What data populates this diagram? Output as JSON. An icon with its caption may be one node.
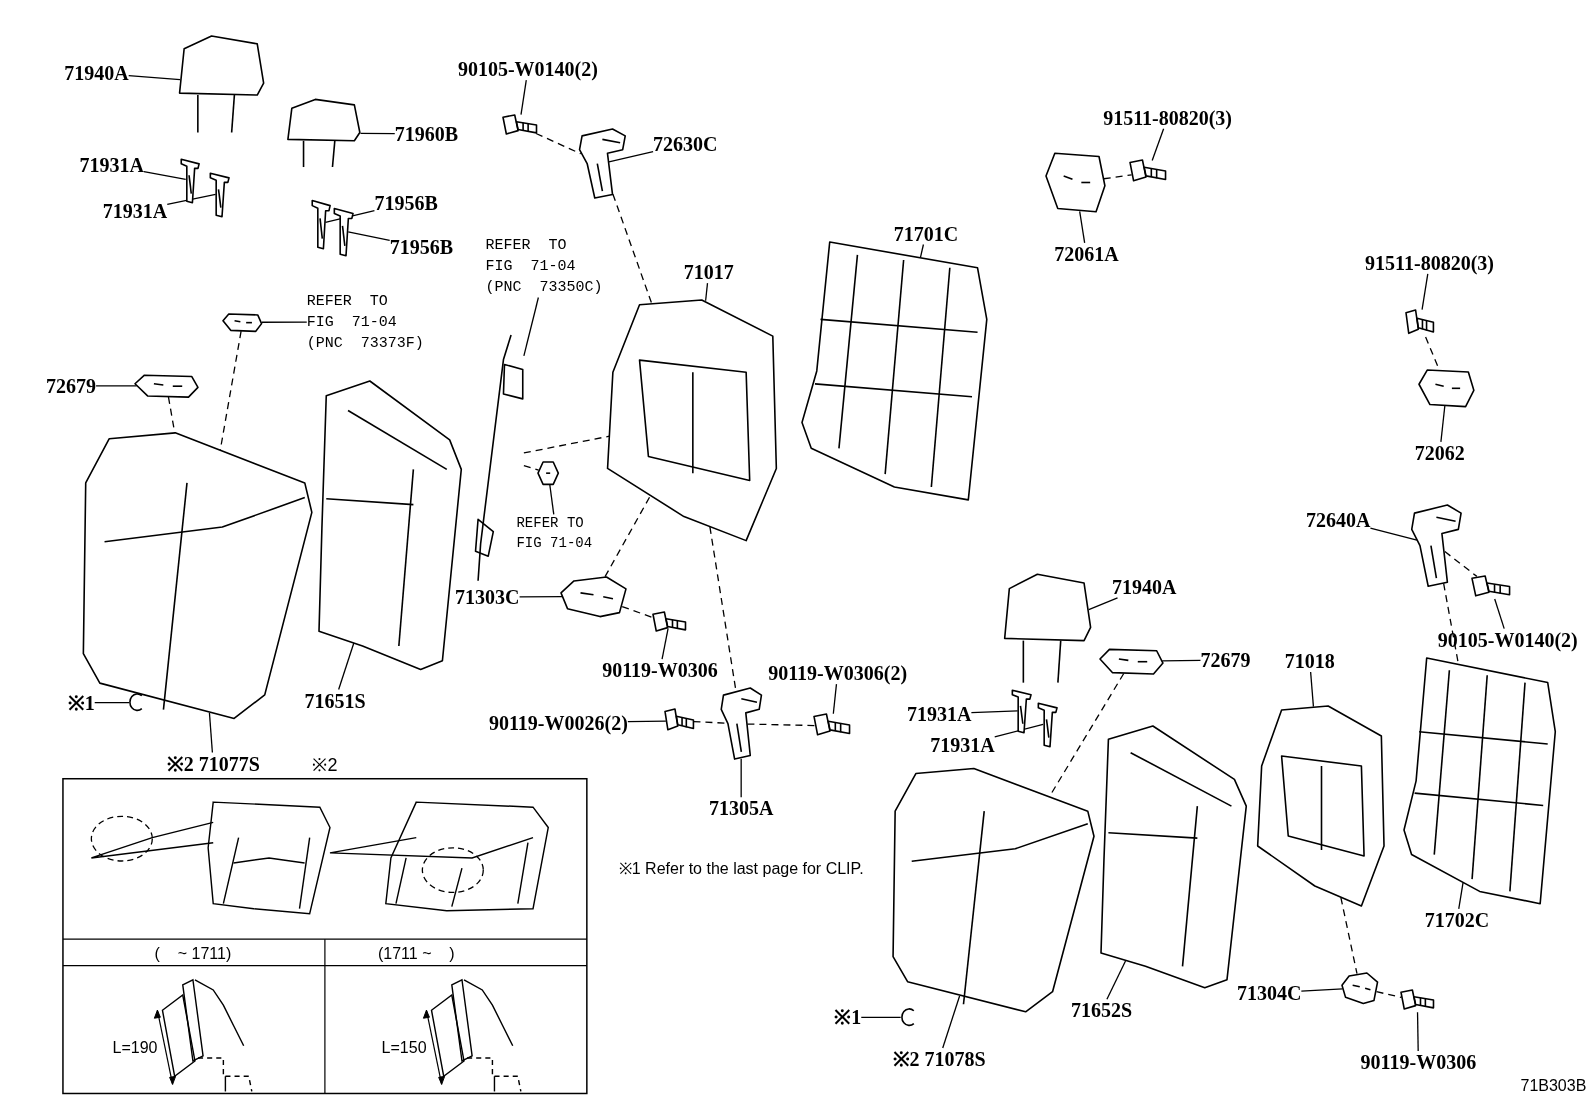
{
  "diagram": {
    "nodes": [
      {
        "text": [
          "71940A"
        ]
      },
      {
        "text": [],
        "shape": "picture"
      },
      {
        "text": [
          "71931A"
        ]
      },
      {
        "text": [],
        "shape": "picture"
      },
      {
        "text": [
          "71931A"
        ]
      },
      {
        "text": [],
        "shape": "picture"
      },
      {
        "text": [
          "71960B"
        ]
      },
      {
        "text": [],
        "shape": "picture"
      },
      {
        "text": [
          "71956B"
        ]
      },
      {
        "text": [],
        "shape": "picture"
      },
      {
        "text": [
          "71956B"
        ]
      },
      {
        "text": [],
        "shape": "picture"
      },
      {
        "text": [
          "90105-W0140(2)"
        ]
      },
      {
        "text": [],
        "shape": "picture"
      },
      {
        "text": [
          "72630C"
        ]
      },
      {
        "text": [],
        "shape": "picture"
      },
      {
        "text": [
          "REFER TO FIG 71-04 (PNC 73373F)"
        ]
      },
      {
        "text": [],
        "shape": "picture"
      },
      {
        "text": [
          "72679"
        ]
      },
      {
        "text": [],
        "shape": "picture"
      },
      {
        "text": [
          "71651S"
        ]
      },
      {
        "text": [],
        "shape": "picture"
      },
      {
        "text": [
          "※2 71077S"
        ]
      },
      {
        "text": [],
        "shape": "picture"
      },
      {
        "text": [
          "REFER TO FIG 71-04 (PNC 73350C)"
        ]
      },
      {
        "text": [],
        "shape": "picture"
      },
      {
        "text": [
          "REFER TO FIG 71-04"
        ]
      },
      {
        "text": [],
        "shape": "picture"
      },
      {
        "text": [
          "71017"
        ]
      },
      {
        "text": [],
        "shape": "picture"
      },
      {
        "text": [
          "71303C"
        ]
      },
      {
        "text": [],
        "shape": "picture"
      },
      {
        "text": [
          "90119-W0306"
        ]
      },
      {
        "text": [],
        "shape": "picture"
      },
      {
        "text": [
          "90119-W0026(2)"
        ]
      },
      {
        "text": [],
        "shape": "picture"
      },
      {
        "text": [
          "71305A"
        ]
      },
      {
        "text": [],
        "shape": "picture"
      },
      {
        "text": [
          "90119-W0306(2)"
        ]
      },
      {
        "text": [],
        "shape": "picture"
      },
      {
        "text": [
          "71701C"
        ]
      },
      {
        "text": [],
        "shape": "picture"
      },
      {
        "text": [
          "91511-80820(3)"
        ]
      },
      {
        "text": [],
        "shape": "picture"
      },
      {
        "text": [
          "72061A"
        ]
      },
      {
        "text": [],
        "shape": "picture"
      },
      {
        "text": [
          "91511-80820(3)"
        ]
      },
      {
        "text": [],
        "shape": "picture"
      },
      {
        "text": [
          "72062"
        ]
      },
      {
        "text": [],
        "shape": "picture"
      },
      {
        "text": [
          "72640A"
        ]
      },
      {
        "text": [],
        "shape": "picture"
      },
      {
        "text": [
          "90105-W0140(2)"
        ]
      },
      {
        "text": [],
        "shape": "picture"
      },
      {
        "text": [
          "71940A"
        ]
      },
      {
        "text": [],
        "shape": "picture"
      },
      {
        "text": [
          "71931A"
        ]
      },
      {
        "text": [],
        "shape": "picture"
      },
      {
        "text": [
          "71931A"
        ]
      },
      {
        "text": [],
        "shape": "picture"
      },
      {
        "text": [
          "72679"
        ]
      },
      {
        "text": [],
        "shape": "picture"
      },
      {
        "text": [
          "71018"
        ]
      },
      {
        "text": [],
        "shape": "picture"
      },
      {
        "text": [
          "71702C"
        ]
      },
      {
        "text": [],
        "shape": "picture"
      },
      {
        "text": [
          "71652S"
        ]
      },
      {
        "text": [],
        "shape": "picture"
      },
      {
        "text": [
          "※2 71078S"
        ]
      },
      {
        "text": [],
        "shape": "picture"
      },
      {
        "text": [
          "71304C"
        ]
      },
      {
        "text": [],
        "shape": "picture"
      },
      {
        "text": [
          "90119-W0306"
        ]
      },
      {
        "text": [],
        "shape": "picture"
      },
      {
        "text": [
          "※1"
        ]
      },
      {
        "text": [],
        "shape": "picture"
      },
      {
        "text": [
          "※1"
        ]
      },
      {
        "text": [],
        "shape": "picture"
      }
    ],
    "edges": [
      {
        "from": 0,
        "to": 1,
        "arrow": "none"
      },
      {
        "from": 2,
        "to": 3,
        "arrow": "none"
      },
      {
        "from": 4,
        "to": 5,
        "arrow": "none"
      },
      {
        "from": 6,
        "to": 7,
        "arrow": "none"
      },
      {
        "from": 8,
        "to": 9,
        "arrow": "none"
      },
      {
        "from": 10,
        "to": 11,
        "arrow": "none"
      },
      {
        "from": 12,
        "to": 13,
        "arrow": "none"
      },
      {
        "from": 14,
        "to": 15,
        "arrow": "none"
      },
      {
        "from": 16,
        "to": 17,
        "arrow": "none"
      },
      {
        "from": 18,
        "to": 19,
        "arrow": "none"
      },
      {
        "from": 20,
        "to": 21,
        "arrow": "none"
      },
      {
        "from": 22,
        "to": 23,
        "arrow": "none"
      },
      {
        "from": 24,
        "to": 25,
        "arrow": "none"
      },
      {
        "from": 26,
        "to": 27,
        "arrow": "none"
      },
      {
        "from": 28,
        "to": 29,
        "arrow": "none"
      },
      {
        "from": 30,
        "to": 31,
        "arrow": "none"
      },
      {
        "from": 32,
        "to": 33,
        "arrow": "none"
      },
      {
        "from": 34,
        "to": 35,
        "arrow": "none"
      },
      {
        "from": 36,
        "to": 37,
        "arrow": "none"
      },
      {
        "from": 38,
        "to": 39,
        "arrow": "none"
      },
      {
        "from": 40,
        "to": 41,
        "arrow": "none"
      },
      {
        "from": 42,
        "to": 43,
        "arrow": "none"
      },
      {
        "from": 44,
        "to": 45,
        "arrow": "none"
      },
      {
        "from": 46,
        "to": 47,
        "arrow": "none"
      },
      {
        "from": 48,
        "to": 49,
        "arrow": "none"
      },
      {
        "from": 50,
        "to": 51,
        "arrow": "none"
      },
      {
        "from": 52,
        "to": 53,
        "arrow": "none"
      },
      {
        "from": 54,
        "to": 55,
        "arrow": "none"
      },
      {
        "from": 56,
        "to": 57,
        "arrow": "none"
      },
      {
        "from": 58,
        "to": 59,
        "arrow": "none"
      },
      {
        "from": 60,
        "to": 61,
        "arrow": "none"
      },
      {
        "from": 62,
        "to": 63,
        "arrow": "none"
      },
      {
        "from": 64,
        "to": 65,
        "arrow": "none"
      },
      {
        "from": 66,
        "to": 67,
        "arrow": "none"
      },
      {
        "from": 68,
        "to": 69,
        "arrow": "none"
      },
      {
        "from": 70,
        "to": 71,
        "arrow": "none"
      },
      {
        "from": 72,
        "to": 73,
        "arrow": "none"
      },
      {
        "from": 74,
        "to": 75,
        "arrow": "none"
      },
      {
        "from": 76,
        "to": 77,
        "arrow": "none"
      },
      {
        "from": 13,
        "to": 15,
        "arrow": "none",
        "style": "dashed"
      },
      {
        "from": 15,
        "to": 29,
        "arrow": "none",
        "style": "dashed"
      },
      {
        "from": 17,
        "to": 23,
        "arrow": "none",
        "style": "dashed"
      },
      {
        "from": 19,
        "to": 23,
        "arrow": "none",
        "style": "dashed"
      },
      {
        "from": 25,
        "to": 29,
        "arrow": "none",
        "style": "dashed"
      },
      {
        "from": 25,
        "to": 27,
        "arrow": "none",
        "style": "dashed"
      },
      {
        "from": 31,
        "to": 33,
        "arrow": "none",
        "style": "dashed"
      },
      {
        "from": 31,
        "to": 29,
        "arrow": "none",
        "style": "dashed"
      },
      {
        "from": 29,
        "to": 37,
        "arrow": "none",
        "style": "dashed"
      },
      {
        "from": 35,
        "to": 37,
        "arrow": "none",
        "style": "dashed"
      },
      {
        "from": 37,
        "to": 39,
        "arrow": "none",
        "style": "dashed"
      },
      {
        "from": 45,
        "to": 43,
        "arrow": "none",
        "style": "dashed"
      },
      {
        "from": 47,
        "to": 49,
        "arrow": "none",
        "style": "dashed"
      },
      {
        "from": 51,
        "to": 53,
        "arrow": "none",
        "style": "dashed"
      },
      {
        "from": 51,
        "to": 65,
        "arrow": "none",
        "style": "dashed"
      },
      {
        "from": 61,
        "to": 69,
        "arrow": "none",
        "style": "dashed"
      },
      {
        "from": 63,
        "to": 71,
        "arrow": "none",
        "style": "dashed"
      },
      {
        "from": 71,
        "to": 73,
        "arrow": "none",
        "style": "dashed"
      }
    ],
    "labels": [
      "※2",
      "(    ~ 1711)",
      "(1711 ~    )",
      "L=190",
      "L=150",
      "※1 Refer to the last page for CLIP.",
      "71B303B"
    ]
  }
}
